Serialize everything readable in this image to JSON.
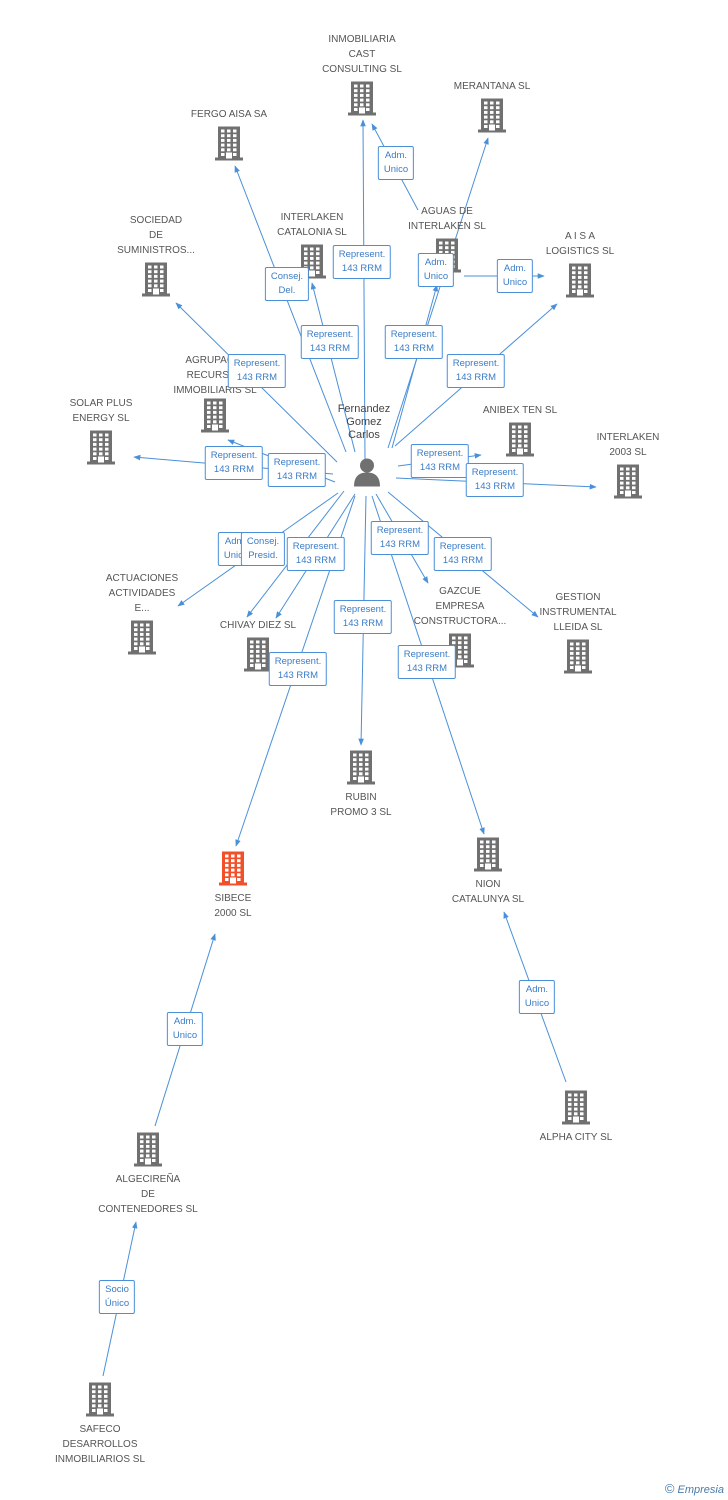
{
  "colors": {
    "edge": "#4a90d9",
    "building": "#707070",
    "highlight": "#f0502a",
    "label": "#555555"
  },
  "person": {
    "icon": "person-icon",
    "name_lines": [
      "Fernandez",
      "Gomez",
      "Carlos"
    ]
  },
  "companies": [
    {
      "id": "inmobiliaria-cast",
      "lines": [
        "INMOBILIARIA",
        "CAST",
        "CONSULTING SL"
      ],
      "icon": "building-icon"
    },
    {
      "id": "merantana",
      "lines": [
        "MERANTANA SL"
      ],
      "icon": "building-icon"
    },
    {
      "id": "fergo-aisa",
      "lines": [
        "FERGO AISA SA"
      ],
      "icon": "building-icon"
    },
    {
      "id": "interlaken-catalonia",
      "lines": [
        "INTERLAKEN",
        "CATALONIA SL"
      ],
      "icon": "building-icon"
    },
    {
      "id": "aguas-interlaken",
      "lines": [
        "AGUAS DE",
        "INTERLAKEN SL"
      ],
      "icon": "building-icon"
    },
    {
      "id": "aisa-logistics",
      "lines": [
        "A I S A",
        "LOGISTICS SL"
      ],
      "icon": "building-icon"
    },
    {
      "id": "sociedad-suministros",
      "lines": [
        "SOCIEDAD",
        "DE",
        "SUMINISTROS..."
      ],
      "icon": "building-icon"
    },
    {
      "id": "solar-plus",
      "lines": [
        "SOLAR PLUS",
        "ENERGY SL"
      ],
      "icon": "building-icon"
    },
    {
      "id": "agrupacio",
      "lines": [
        "AGRUPACIO",
        "RECURSOS",
        "IMMOBILIARIS SL"
      ],
      "icon": "building-icon"
    },
    {
      "id": "anibex-ten",
      "lines": [
        "ANIBEX TEN SL"
      ],
      "icon": "building-icon"
    },
    {
      "id": "interlaken-2003",
      "lines": [
        "INTERLAKEN",
        "2003 SL"
      ],
      "icon": "building-icon"
    },
    {
      "id": "actuaciones",
      "lines": [
        "ACTUACIONES",
        "ACTIVIDADES",
        "E..."
      ],
      "icon": "building-icon"
    },
    {
      "id": "chivay-diez",
      "lines": [
        "CHIVAY DIEZ SL"
      ],
      "icon": "building-icon"
    },
    {
      "id": "gazcue",
      "lines": [
        "GAZCUE",
        "EMPRESA",
        "CONSTRUCTORA..."
      ],
      "icon": "building-icon"
    },
    {
      "id": "gestion-instrumental",
      "lines": [
        "GESTION",
        "INSTRUMENTAL",
        "LLEIDA SL"
      ],
      "icon": "building-icon"
    },
    {
      "id": "rubin-promo",
      "lines": [
        "RUBIN",
        "PROMO 3 SL"
      ],
      "icon": "building-icon"
    },
    {
      "id": "sibece",
      "lines": [
        "SIBECE",
        "2000 SL"
      ],
      "icon": "building-icon",
      "highlight": true
    },
    {
      "id": "nion-catalunya",
      "lines": [
        "NION",
        "CATALUNYA SL"
      ],
      "icon": "building-icon"
    },
    {
      "id": "alpha-city",
      "lines": [
        "ALPHA CITY SL"
      ],
      "icon": "building-icon"
    },
    {
      "id": "algecirena",
      "lines": [
        "ALGECIREÑA",
        "DE",
        "CONTENEDORES SL"
      ],
      "icon": "building-icon"
    },
    {
      "id": "safeco",
      "lines": [
        "SAFECO",
        "DESARROLLOS",
        "INMOBILIARIOS SL"
      ],
      "icon": "building-icon"
    }
  ],
  "edges": [
    {
      "from": "person",
      "to": "inmobiliaria-cast",
      "lines": [
        "Represent.",
        "143 RRM"
      ]
    },
    {
      "from": "aguas-interlaken",
      "to": "inmobiliaria-cast",
      "lines": [
        "Adm.",
        "Unico"
      ]
    },
    {
      "from": "person",
      "to": "merantana",
      "lines": [
        "Adm.",
        "Unico"
      ]
    },
    {
      "from": "person",
      "to": "fergo-aisa",
      "lines": [
        "Consej.",
        "Del."
      ]
    },
    {
      "from": "person",
      "to": "interlaken-catalonia",
      "lines": [
        "Represent.",
        "143 RRM"
      ]
    },
    {
      "from": "person",
      "to": "aguas-interlaken",
      "lines": [
        "Represent.",
        "143 RRM"
      ]
    },
    {
      "from": "aguas-interlaken",
      "to": "aisa-logistics",
      "lines": [
        "Adm.",
        "Unico"
      ]
    },
    {
      "from": "person",
      "to": "aisa-logistics",
      "lines": [
        "Represent.",
        "143 RRM"
      ]
    },
    {
      "from": "person",
      "to": "sociedad-suministros",
      "lines": [
        "Represent.",
        "143 RRM"
      ]
    },
    {
      "from": "person",
      "to": "solar-plus",
      "lines": [
        "Represent.",
        "143 RRM"
      ]
    },
    {
      "from": "person",
      "to": "agrupacio",
      "lines": [
        "Represent.",
        "143 RRM"
      ]
    },
    {
      "from": "person",
      "to": "anibex-ten",
      "lines": [
        "Represent.",
        "143 RRM"
      ]
    },
    {
      "from": "person",
      "to": "interlaken-2003",
      "lines": [
        "Represent.",
        "143 RRM"
      ]
    },
    {
      "from": "person",
      "to": "actuaciones",
      "lines": [
        "Adm.",
        "Unico"
      ]
    },
    {
      "from": "person",
      "to": "chivay-diez",
      "lines": [
        "Consej.",
        "Presid."
      ]
    },
    {
      "from": "person",
      "to": "chivay-diez",
      "lines": [
        "Represent.",
        "143 RRM"
      ]
    },
    {
      "from": "person",
      "to": "gazcue",
      "lines": [
        "Represent.",
        "143 RRM"
      ]
    },
    {
      "from": "person",
      "to": "gestion-instrumental",
      "lines": [
        "Represent.",
        "143 RRM"
      ]
    },
    {
      "from": "person",
      "to": "rubin-promo",
      "lines": [
        "Represent.",
        "143 RRM"
      ]
    },
    {
      "from": "person",
      "to": "sibece",
      "lines": [
        "Represent.",
        "143 RRM"
      ]
    },
    {
      "from": "person",
      "to": "nion-catalunya",
      "lines": [
        "Represent.",
        "143 RRM"
      ]
    },
    {
      "from": "alpha-city",
      "to": "nion-catalunya",
      "lines": [
        "Adm.",
        "Unico"
      ]
    },
    {
      "from": "algecirena",
      "to": "sibece",
      "lines": [
        "Adm.",
        "Unico"
      ]
    },
    {
      "from": "safeco",
      "to": "algecirena",
      "lines": [
        "Socio",
        "Único"
      ]
    }
  ],
  "brand": {
    "symbol": "©",
    "name": "Empresia"
  }
}
